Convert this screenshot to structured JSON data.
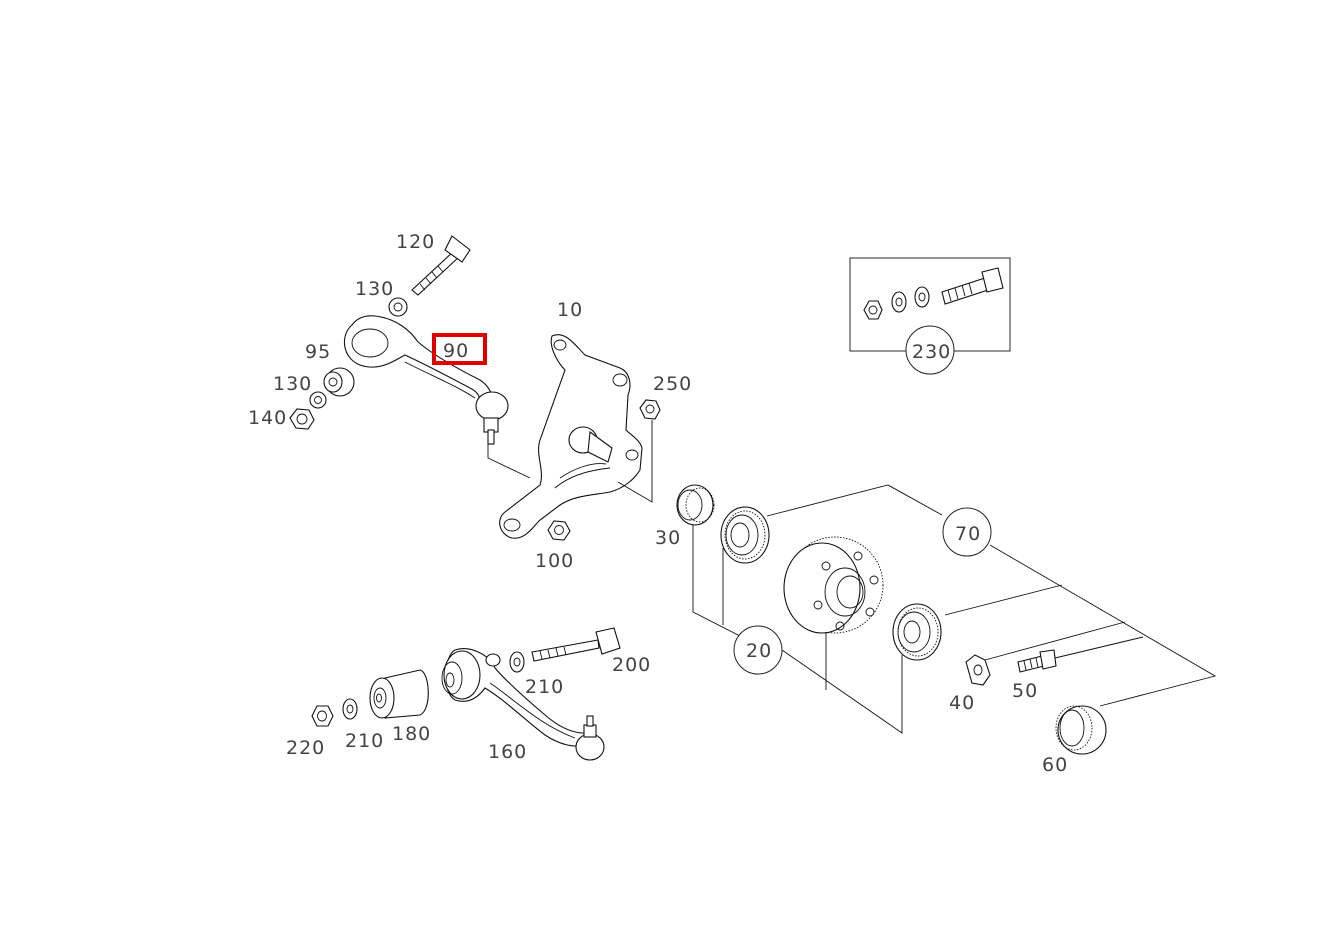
{
  "highlight_color": "#e00000",
  "highlighted_part": "90",
  "labels": {
    "p10": "10",
    "p20": "20",
    "p30": "30",
    "p40": "40",
    "p50": "50",
    "p60": "60",
    "p70": "70",
    "p90": "90",
    "p95": "95",
    "p100": "100",
    "p120": "120",
    "p130a": "130",
    "p130b": "130",
    "p140": "140",
    "p160": "160",
    "p180": "180",
    "p200": "200",
    "p210a": "210",
    "p210b": "210",
    "p220": "220",
    "p230": "230",
    "p250": "250"
  }
}
